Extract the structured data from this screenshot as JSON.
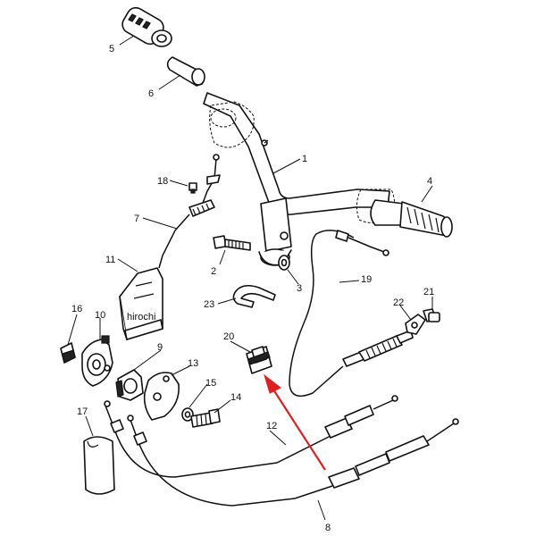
{
  "labels": {
    "p1": "1",
    "p2": "2",
    "p3": "3",
    "p4": "4",
    "p5": "5",
    "p6": "6",
    "p7": "7",
    "p8": "8",
    "p9": "9",
    "p10": "10",
    "p11": "11",
    "p12": "12",
    "p13": "13",
    "p14": "14",
    "p15": "15",
    "p16": "16",
    "p17": "17",
    "p18": "18",
    "p19": "19",
    "p20": "20",
    "p21": "21",
    "p22": "22",
    "p23": "23"
  },
  "watermark": "hirochi",
  "colors": {
    "line": "#111111",
    "arrow": "#e02020",
    "background": "#ffffff"
  }
}
